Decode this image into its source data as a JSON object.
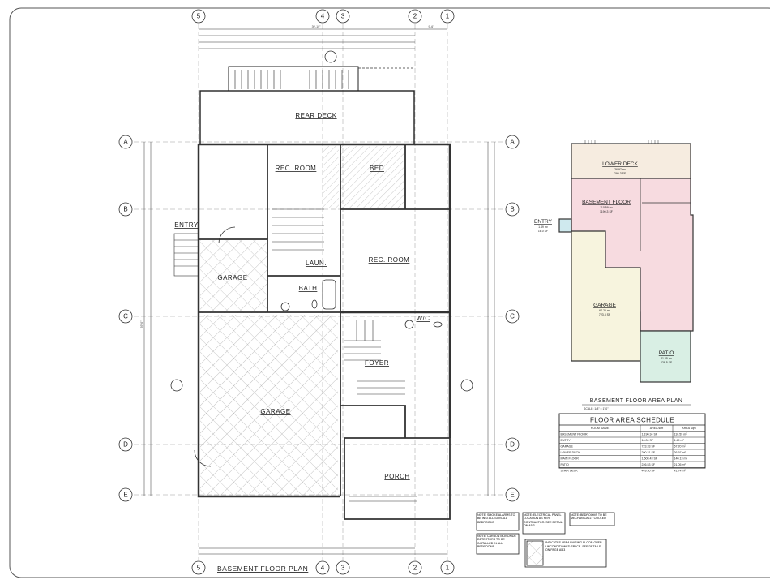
{
  "drawing": {
    "title": "BASEMENT FLOOR PLAN",
    "grid_columns": [
      "5",
      "4",
      "3",
      "2",
      "1"
    ],
    "grid_rows": [
      "A",
      "B",
      "C",
      "D",
      "E"
    ],
    "rooms": {
      "rear_deck": "REAR DECK",
      "rec_room_1": "REC. ROOM",
      "bed": "BED",
      "entry": "ENTRY",
      "garage_upper": "GARAGE",
      "laun": "LAUN.",
      "bath": "BATH",
      "rec_room_2": "REC. ROOM",
      "wc": "W/C",
      "foyer": "FOYER",
      "garage_main": "GARAGE",
      "porch": "PORCH"
    },
    "dimensions": {
      "overall_top": "39'-10\"",
      "top_right": "9'-6\"",
      "overall_left": "39'-6\""
    },
    "notes": [
      "NOTE: SMOKE ALARMS TO BE INSTALLED IN ALL BEDROOMS",
      "NOTE: ELECTRICAL PANEL LOCATION AS PER CONTRACTOR. SEE DETAIL ON A5.3",
      "NOTE: BEDROOMS TO BE MECHANICALLY COOLED",
      "NOTE: CARBON MONOXIDE DETECTORS TO BE INSTALLED IN ALL BEDROOMS",
      "INDICATES AREA RAISING FLOOR OVER UNCONDITIONED SPACE. SEE DETAILS ON PAGE A5.3"
    ]
  },
  "area_plan": {
    "title": "BASEMENT FLOOR AREA PLAN",
    "scale": "SCALE: 1/8\" = 1'-0\"",
    "zones": [
      {
        "label": "LOWER DECK",
        "m2": "26.97 m²",
        "sf": "290.3 SF",
        "color": "#f6ece0"
      },
      {
        "label": "BASEMENT FLOOR",
        "m2": "110.59 m²",
        "sf": "1190.3 SF",
        "color": "#f7dbe0"
      },
      {
        "label": "ENTRY",
        "m2": "1.49 m²",
        "sf": "16.0 SF",
        "color": "#cfe9ee"
      },
      {
        "label": "GARAGE",
        "m2": "67.20 m²",
        "sf": "723.3 SF",
        "color": "#f7f4de"
      },
      {
        "label": "PATIO",
        "m2": "21.05 m²",
        "sf": "226.5 SF",
        "color": "#d9efe4"
      }
    ]
  },
  "schedule": {
    "title": "FLOOR AREA SCHEDULE",
    "headers": [
      "ROOM NAME",
      "AREA sqft",
      "AREA sqm"
    ],
    "rows": [
      [
        "BASEMENT FLOOR",
        "1,190.34 SF",
        "110.59 m²"
      ],
      [
        "ENTRY",
        "16.00 SF",
        "1.49 m²"
      ],
      [
        "GARAGE",
        "723.33 SF",
        "67.20 m²"
      ],
      [
        "LOWER DECK",
        "290.31 SF",
        "26.97 m²"
      ],
      [
        "MAIN FLOOR",
        "1,508.43 SF",
        "140.13 m²"
      ],
      [
        "PATIO",
        "226.53 SF",
        "21.05 m²"
      ],
      [
        "STAIR DECK",
        "449.30 SF",
        "41.74 m²"
      ]
    ]
  }
}
